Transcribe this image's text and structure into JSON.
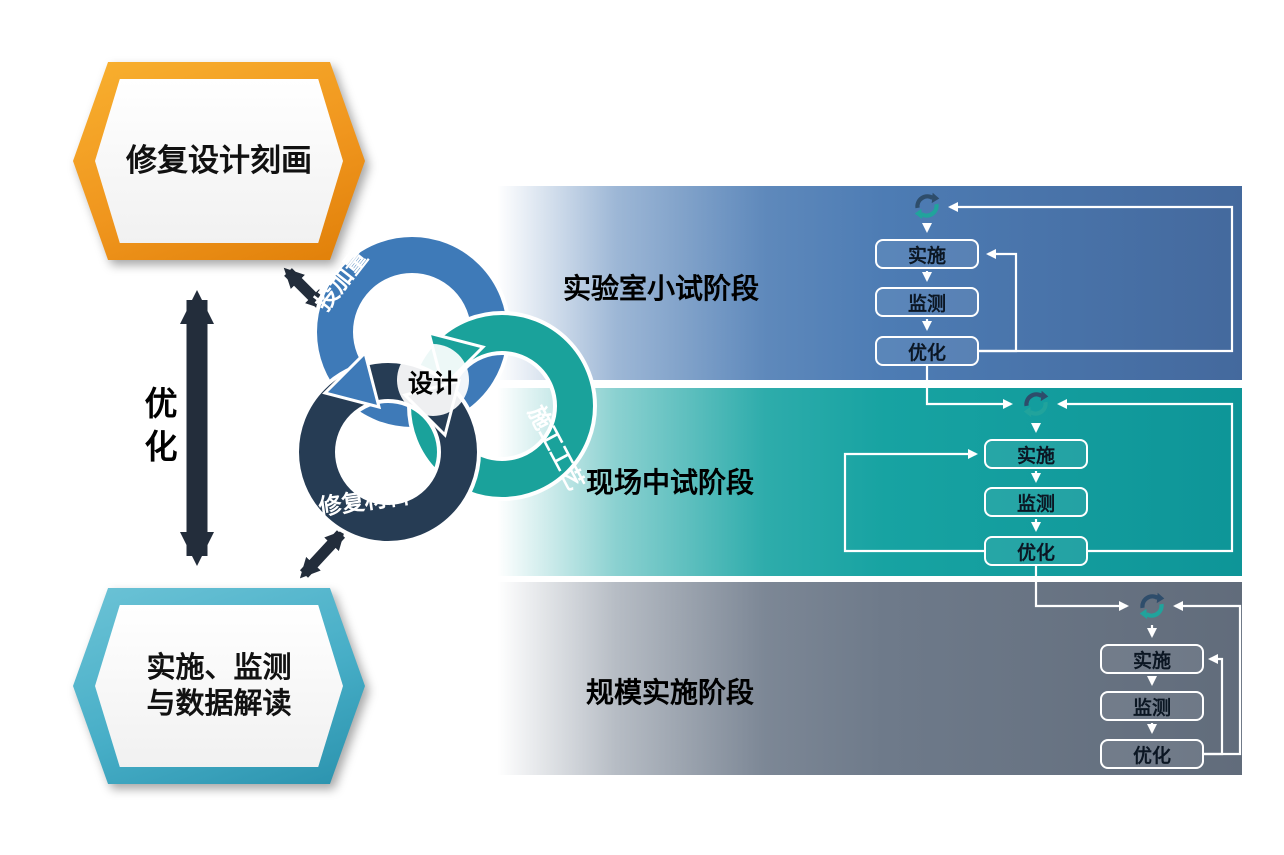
{
  "left_panel": {
    "top_box_label": "修复设计刻画",
    "bottom_box_label_line1": "实施、监测",
    "bottom_box_label_line2": "与数据解读",
    "optimize_label": "优化"
  },
  "cycle": {
    "center_label": "设计",
    "dosage_label": "投加量",
    "process_label": "施工工艺",
    "material_label": "修复材料"
  },
  "stages": [
    {
      "name": "实验室小试阶段",
      "steps": [
        "实施",
        "监测",
        "优化"
      ]
    },
    {
      "name": "现场中试阶段",
      "steps": [
        "实施",
        "监测",
        "优化"
      ]
    },
    {
      "name": "规模实施阶段",
      "steps": [
        "实施",
        "监测",
        "优化"
      ]
    }
  ],
  "colors": {
    "band-blue": "#4d7cb4",
    "band-teal": "#17a3a2",
    "band-gray": "#6e7a8a",
    "ring-blue": "#3e7ab8",
    "ring-teal": "#1aa29b",
    "ring-navy": "#263c54",
    "hex-orange": "#f0961e",
    "hex-teal": "#47aec7",
    "arrow-dark": "#232d3b",
    "icon-navy": "#2e4d6b",
    "icon-teal": "#21a39c"
  }
}
